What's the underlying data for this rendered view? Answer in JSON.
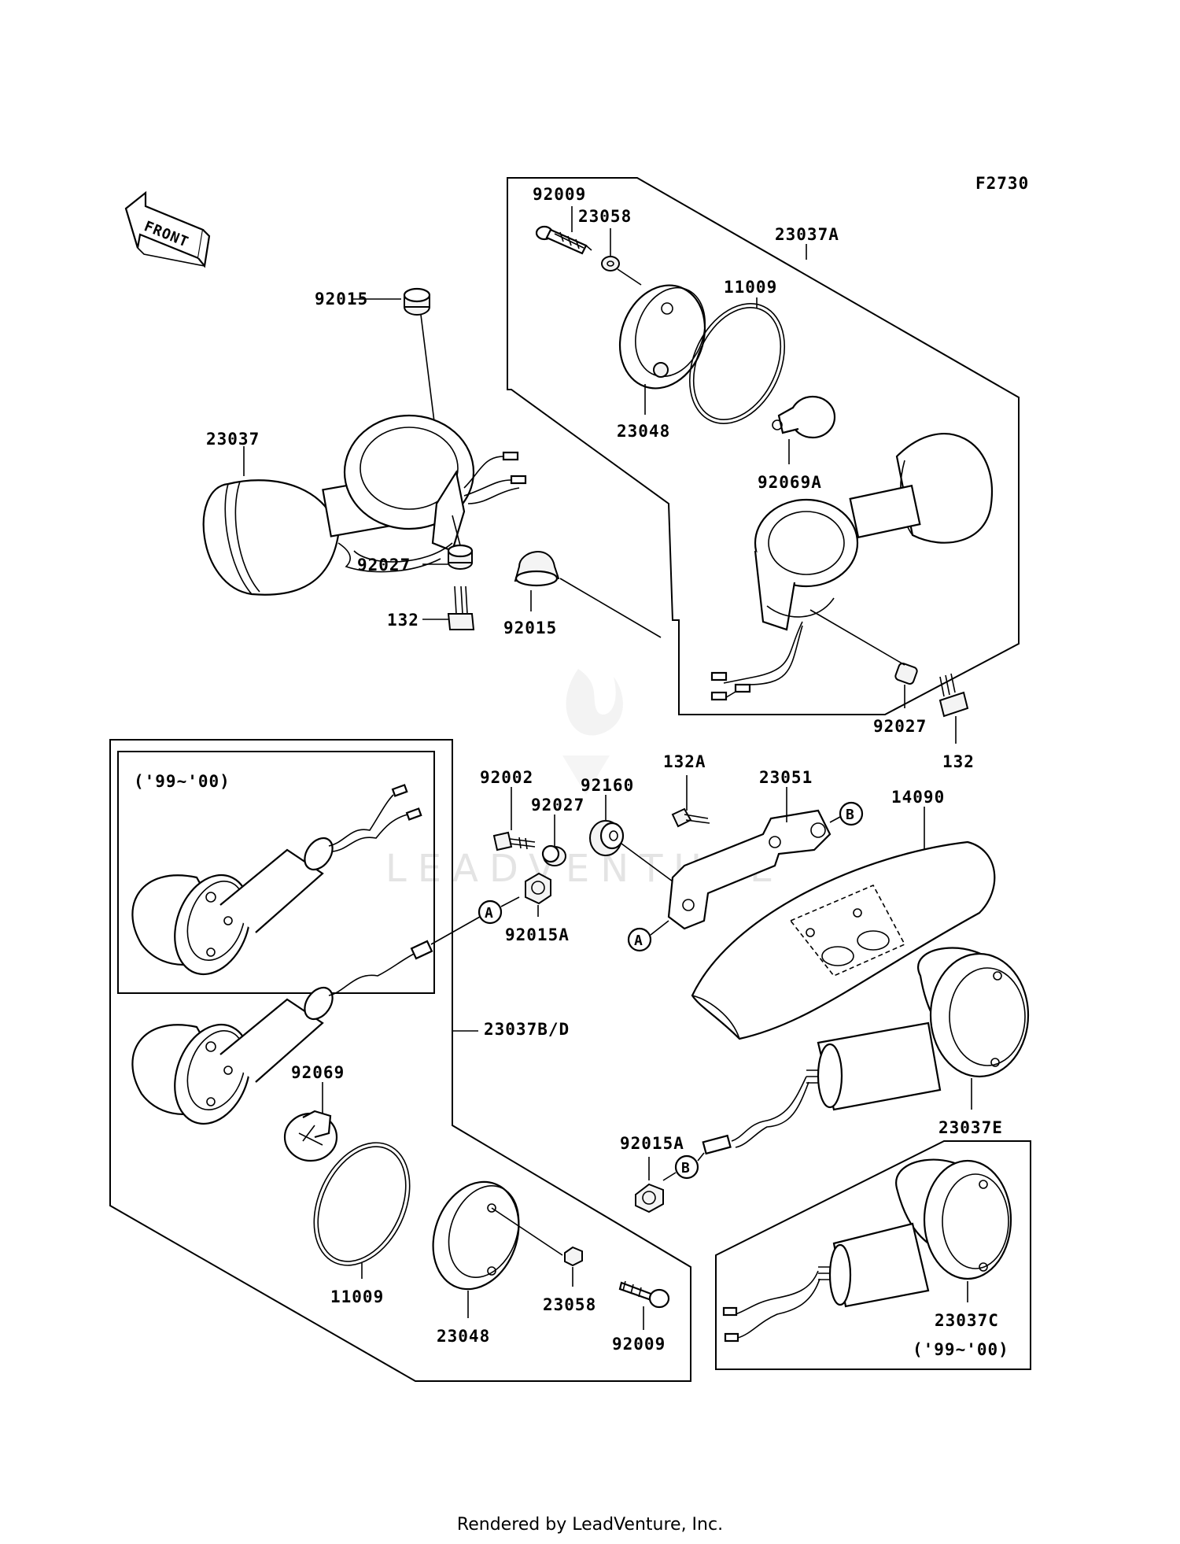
{
  "diagram_code": "F2730",
  "front_label": "FRONT",
  "footer": "Rendered by LeadVenture, Inc.",
  "watermark": "LEADVENTURE",
  "markers": {
    "a": "A",
    "b": "B"
  },
  "labels": {
    "p92009_top": "92009",
    "p23058_top": "23058",
    "p23037A": "23037A",
    "p11009_top": "11009",
    "p92015_top": "92015",
    "p23037": "23037",
    "p23048_top": "23048",
    "p92069A": "92069A",
    "p92027_left": "92027",
    "p132_left": "132",
    "p92015_mid": "92015",
    "p92027_right": "92027",
    "p132_right": "132",
    "p92002": "92002",
    "p92027_mid": "92027",
    "p92160": "92160",
    "p132A": "132A",
    "p23051": "23051",
    "p14090": "14090",
    "p92015A_top": "92015A",
    "p23037BD": "23037B/D",
    "p92069": "92069",
    "p23037E": "23037E",
    "p92015A_bot": "92015A",
    "p11009_bot": "11009",
    "p23058_bot": "23058",
    "p23048_bot": "23048",
    "p92009_bot": "92009",
    "p23037C": "23037C",
    "year_left": "('99~'00)",
    "year_right": "('99~'00)"
  }
}
